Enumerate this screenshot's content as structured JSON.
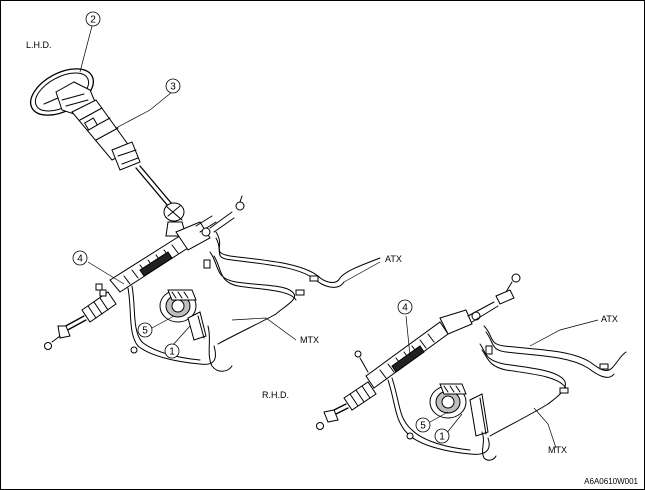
{
  "labels": {
    "lhd": "L.H.D.",
    "rhd": "R.H.D.",
    "atx_left": "ATX",
    "mtx_left": "MTX",
    "atx_right": "ATX",
    "mtx_right": "MTX",
    "figure_code": "A6A0610W001"
  },
  "callouts": {
    "c1_left": "1",
    "c2": "2",
    "c3": "3",
    "c4_left": "4",
    "c5_left": "5",
    "c1_right": "1",
    "c4_right": "4",
    "c5_right": "5"
  }
}
